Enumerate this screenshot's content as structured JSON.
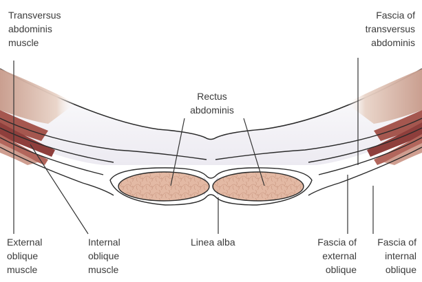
{
  "labels": {
    "transversus_abdominis_muscle": "Transversus\nabdominis\nmuscle",
    "fascia_of_transversus_abdominis": "Fascia of\ntransversus\nabdominis",
    "rectus_abdominis": "Rectus\nabdominis",
    "external_oblique_muscle": "External\noblique\nmuscle",
    "internal_oblique_muscle": "Internal\noblique\nmuscle",
    "linea_alba": "Linea alba",
    "fascia_of_external_oblique": "Fascia of\nexternal\noblique",
    "fascia_of_internal_oblique": "Fascia of\ninternal\noblique"
  },
  "colors": {
    "muscle_light": "#e7cfc2",
    "muscle_mid": "#c99a8b",
    "muscle_dark": "#8e3f3c",
    "fascia_fill": "#ffffff",
    "fascia_tint": "#ecebf1",
    "rectus_fill": "#e3b9a4",
    "outline": "#2a2a2a",
    "leader_line": "#333333",
    "label_text": "#3a3a3a"
  }
}
